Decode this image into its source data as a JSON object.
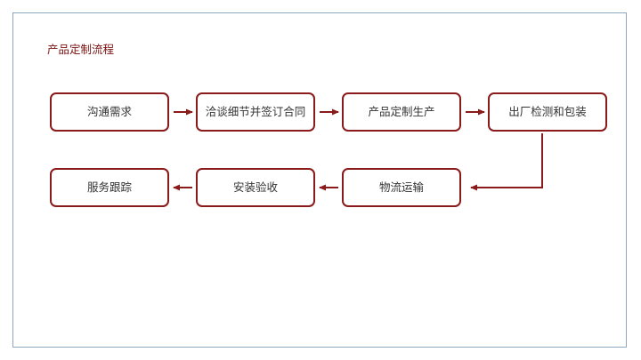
{
  "title": "产品定制流程",
  "colors": {
    "accent": "#8b1a1a",
    "title": "#7a1010",
    "node_text": "#333333",
    "frame": "#8fa6bd"
  },
  "steps": [
    {
      "id": "s1",
      "label": "沟通需求"
    },
    {
      "id": "s2",
      "label": "洽谈细节并签订合同"
    },
    {
      "id": "s3",
      "label": "产品定制生产"
    },
    {
      "id": "s4",
      "label": "出厂检测和包装"
    },
    {
      "id": "s5",
      "label": "物流运输"
    },
    {
      "id": "s6",
      "label": "安装验收"
    },
    {
      "id": "s7",
      "label": "服务跟踪"
    }
  ],
  "connections": [
    {
      "from": "s1",
      "to": "s2"
    },
    {
      "from": "s2",
      "to": "s3"
    },
    {
      "from": "s3",
      "to": "s4"
    },
    {
      "from": "s4",
      "to": "s5"
    },
    {
      "from": "s5",
      "to": "s6"
    },
    {
      "from": "s6",
      "to": "s7"
    }
  ]
}
